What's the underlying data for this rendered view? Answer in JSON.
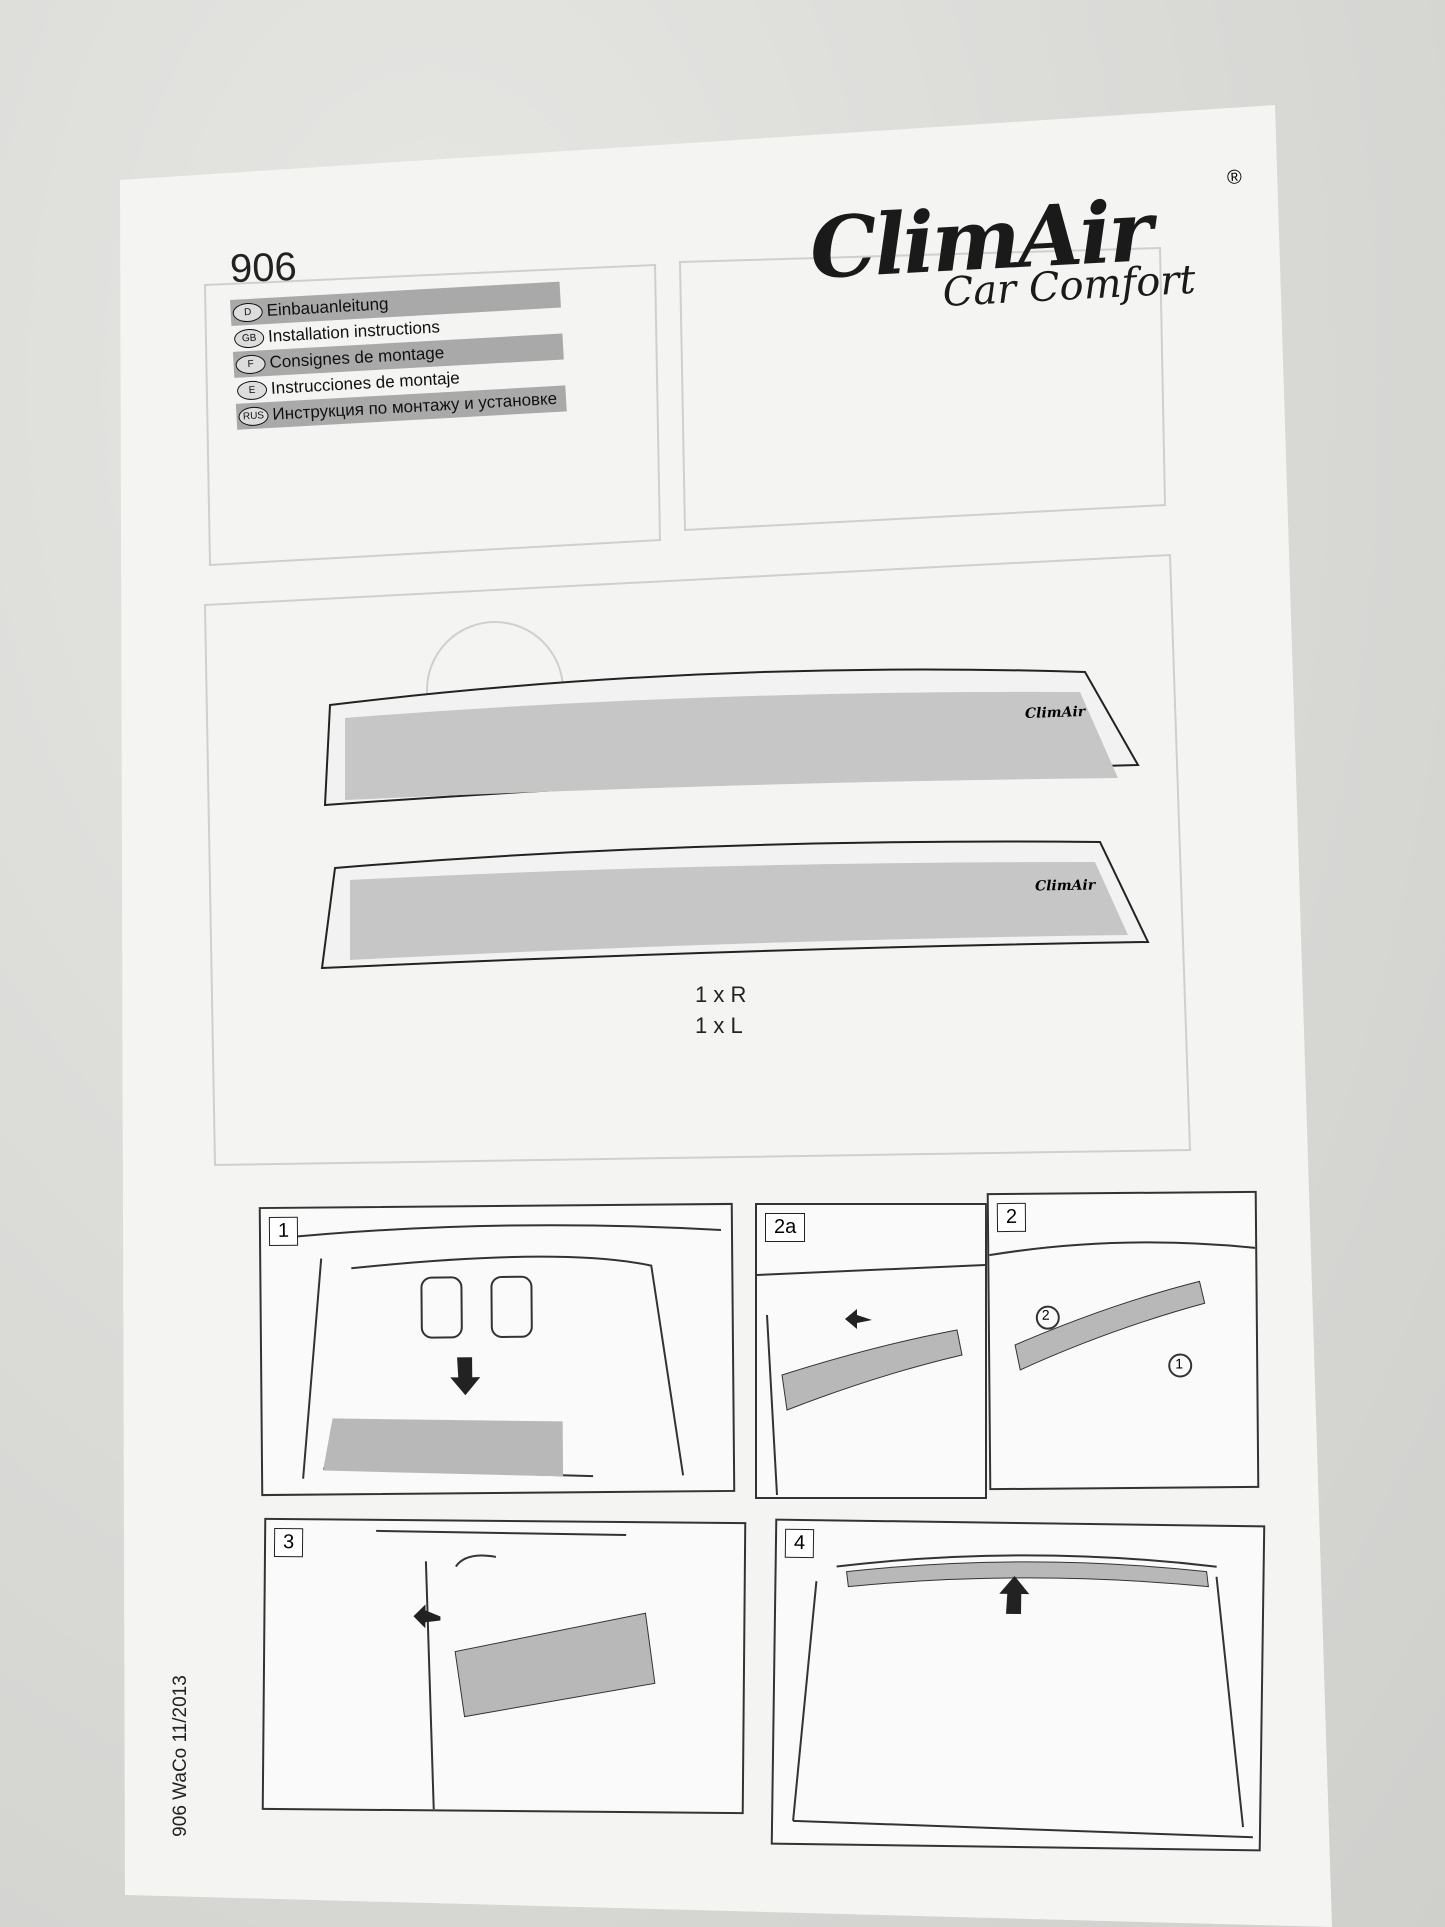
{
  "document": {
    "model_number": "906",
    "languages": [
      {
        "code": "D",
        "label": "Einbauanleitung"
      },
      {
        "code": "GB",
        "label": "Installation instructions"
      },
      {
        "code": "F",
        "label": "Consignes de montage"
      },
      {
        "code": "E",
        "label": "Instrucciones de montaje"
      },
      {
        "code": "RUS",
        "label": "Инструкция по монтажу и установке"
      }
    ],
    "brand": {
      "line1": "ClimAir",
      "line2": "Car Comfort",
      "registered": "®"
    },
    "parts": {
      "visor_logo": "ClimAir",
      "quantity_right": "1 x R",
      "quantity_left": "1 x L"
    },
    "steps": [
      {
        "label": "1"
      },
      {
        "label": "2a"
      },
      {
        "label": "2"
      },
      {
        "label": "3"
      },
      {
        "label": "4"
      }
    ],
    "step2_markers": [
      "1",
      "2"
    ],
    "footer": "906 WaCo  11/2013"
  }
}
